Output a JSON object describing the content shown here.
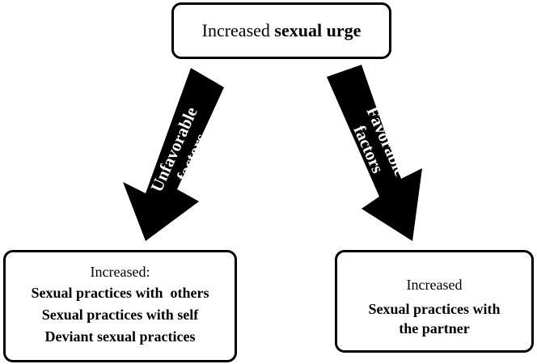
{
  "top_box": {
    "prefix": "Increased ",
    "bold": "sexual urge"
  },
  "left_arrow": {
    "line1": "Unfavorable",
    "line2": "factors"
  },
  "right_arrow": {
    "line1": "Favorable",
    "line2": "factors"
  },
  "left_box": {
    "heading": "Increased:",
    "items": [
      "Sexual practices with  others",
      "Sexual practices with self",
      "Deviant sexual practices"
    ]
  },
  "right_box": {
    "heading": "Increased",
    "lines": [
      "Sexual practices with",
      "the partner"
    ]
  }
}
